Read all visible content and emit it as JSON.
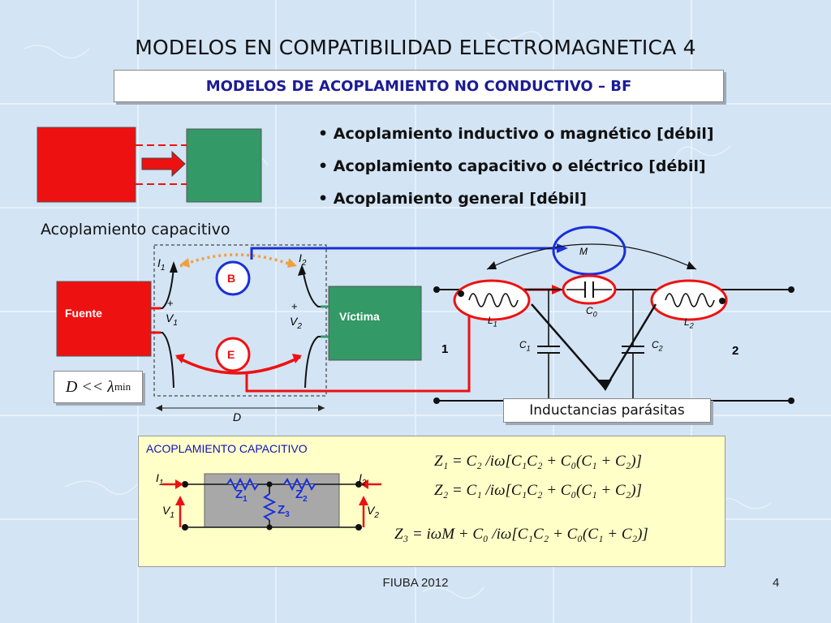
{
  "title": "MODELOS EN COMPATIBILIDAD ELECTROMAGNETICA  4",
  "subtitle": "MODELOS DE ACOPLAMIENTO NO CONDUCTIVO – BF",
  "bullets": [
    "• Acoplamiento inductivo o magnético  [débil]",
    "• Acoplamiento capacitivo o eléctrico  [débil]",
    "• Acoplamiento general  [débil]"
  ],
  "caption_capacitive": "Acoplamiento capacitivo",
  "left_diagram": {
    "source": "Fuente",
    "victim": "Víctima",
    "b_label": "B",
    "e_label": "E",
    "i1": "I",
    "i1_sub": "1",
    "i2": "I",
    "i2_sub": "2",
    "v1": "V",
    "v1_sub": "1",
    "v2": "V",
    "v2_sub": "2",
    "plus": "+",
    "d_label": "D",
    "d_condition_main": "D << λ",
    "d_condition_sub": "min"
  },
  "right_diagram": {
    "m_label": "M",
    "l1": "L",
    "l1_sub": "1",
    "l2": "L",
    "l2_sub": "2",
    "c0": "C",
    "c0_sub": "0",
    "c1": "C",
    "c1_sub": "1",
    "c2": "C",
    "c2_sub": "2",
    "port1": "1",
    "port2": "2",
    "parasitic": "Inductancias parásitas"
  },
  "panel": {
    "title": "ACOPLAMIENTO CAPACITIVO",
    "i1": "I",
    "i1_sub": "1",
    "i2": "I",
    "i2_sub": "2",
    "v1": "V",
    "v1_sub": "1",
    "v2": "V",
    "v2_sub": "2",
    "z1": "Z",
    "z1_sub": "1",
    "z2": "Z",
    "z2_sub": "2",
    "z3": "Z",
    "z3_sub": "3"
  },
  "equations": [
    "Z₁ = C₂ /iω[C₁C₂ + C₀(C₁ + C₂)]",
    "Z₂ = C₁ /iω[C₁C₂ + C₀(C₁ + C₂)]",
    "Z₃ = iωM + C₀ /iω[C₁C₂ + C₀(C₁ + C₂)]"
  ],
  "footer": "FIUBA 2012",
  "page_number": "4",
  "colors": {
    "red": "#ee1111",
    "green": "#339966",
    "blue": "#1a2fd6",
    "orange": "#f0a040",
    "title_blue": "#1b1b96"
  }
}
